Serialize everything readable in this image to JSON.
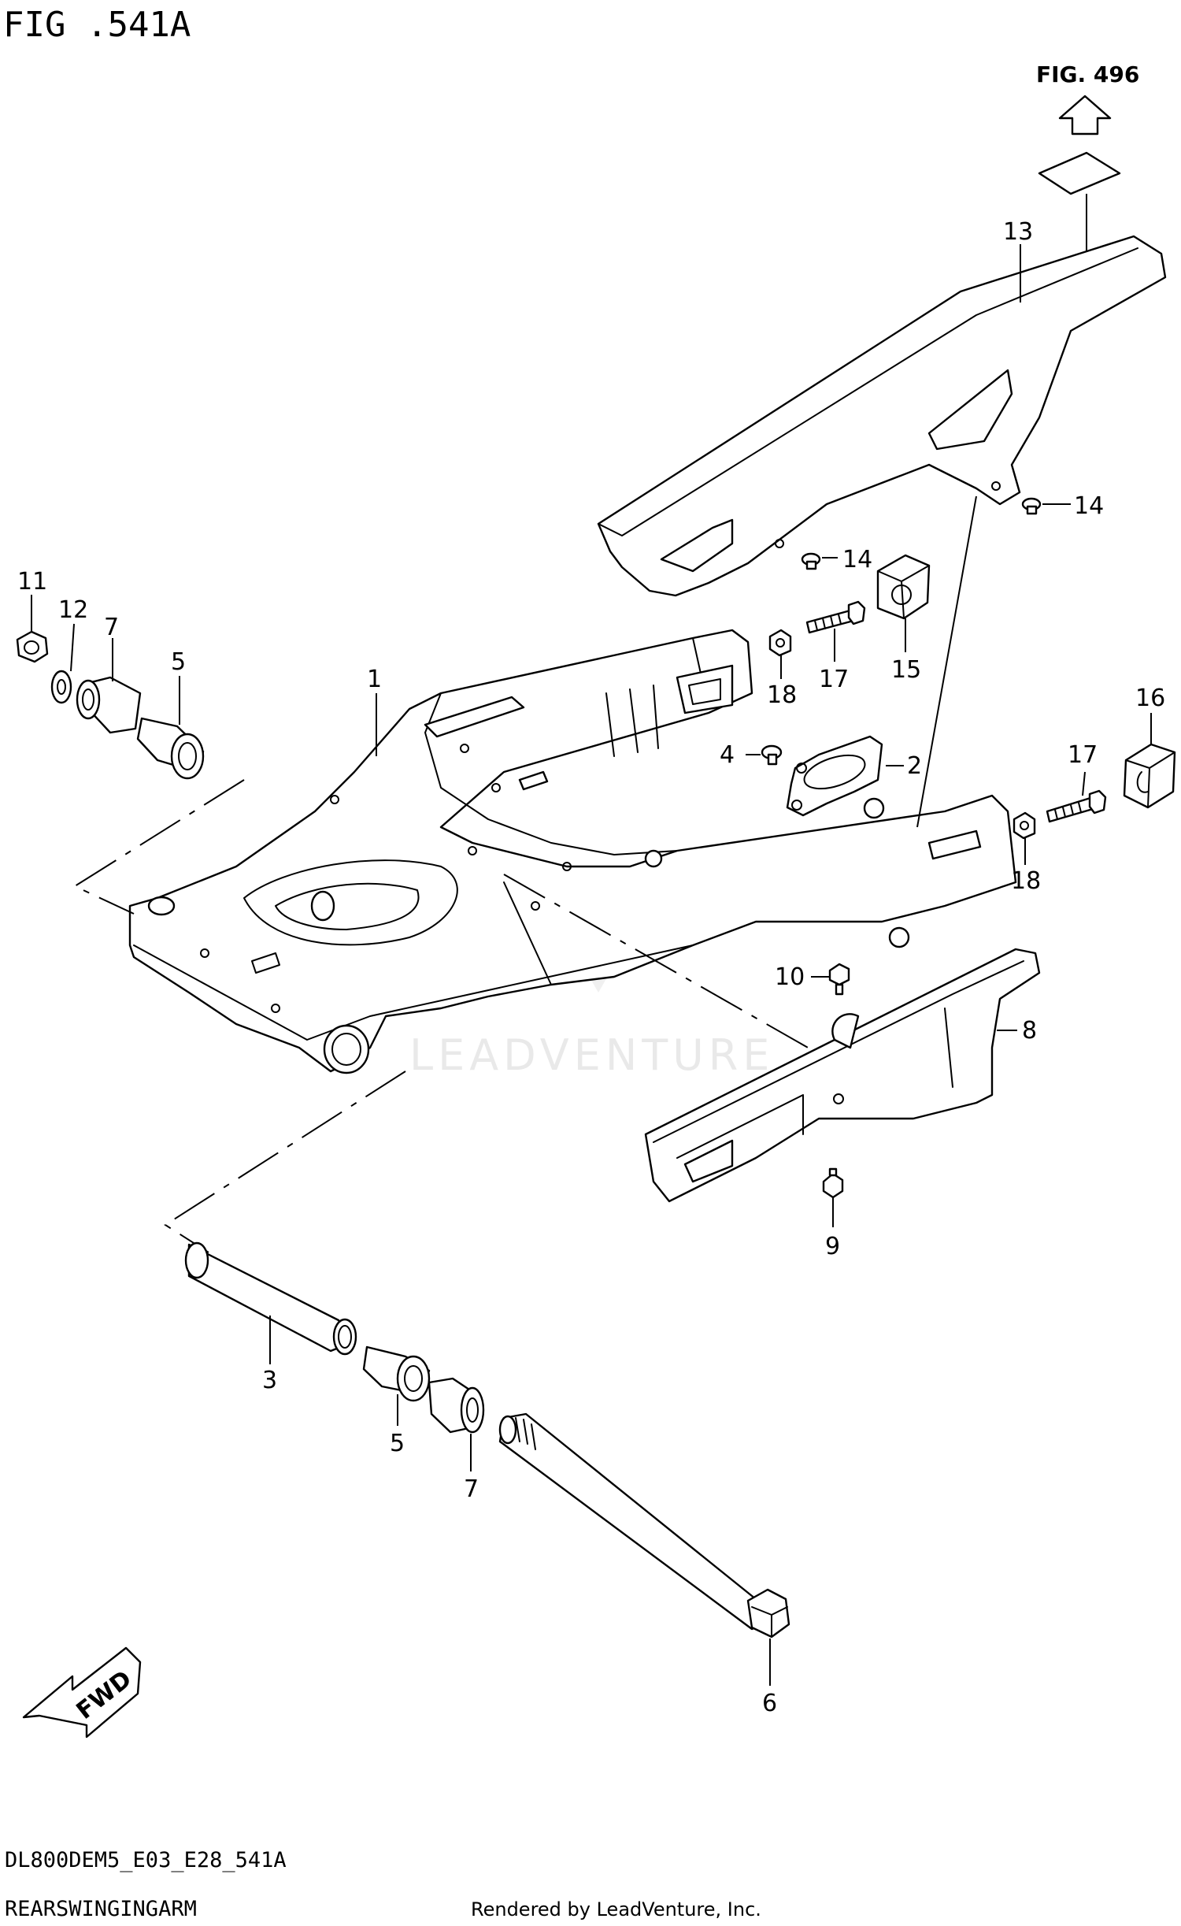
{
  "header": {
    "figure_title": "FIG .541A",
    "cross_reference": "FIG. 496"
  },
  "footer": {
    "diagram_code": "DL800DEM5_E03_E28_541A",
    "section_name": "REARSWINGINGARM",
    "rendered_by": "Rendered by LeadVenture, Inc."
  },
  "watermark": "LEADVENTURE",
  "direction_label": "FWD",
  "callouts": {
    "c1": "1",
    "c2": "2",
    "c3": "3",
    "c4": "4",
    "c5a": "5",
    "c5b": "5",
    "c6": "6",
    "c7a": "7",
    "c7b": "7",
    "c8": "8",
    "c9": "9",
    "c10": "10",
    "c11": "11",
    "c12": "12",
    "c13": "13",
    "c14a": "14",
    "c14b": "14",
    "c15": "15",
    "c16": "16",
    "c17a": "17",
    "c17b": "17",
    "c18a": "18",
    "c18b": "18"
  }
}
